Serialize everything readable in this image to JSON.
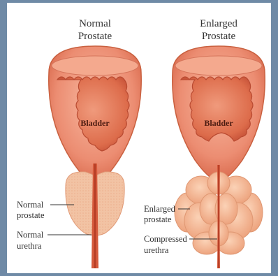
{
  "left_panel": {
    "title_line1": "Normal",
    "title_line2": "Prostate",
    "organ_label": "Bladder",
    "callout_prostate_line1": "Normal",
    "callout_prostate_line2": "prostate",
    "callout_urethra_line1": "Normal",
    "callout_urethra_line2": "urethra"
  },
  "right_panel": {
    "title_line1": "Enlarged",
    "title_line2": "Prostate",
    "organ_label": "Bladder",
    "callout_prostate_line1": "Enlarged",
    "callout_prostate_line2": "prostate",
    "callout_urethra_line1": "Compressed",
    "callout_urethra_line2": "urethra"
  },
  "colors": {
    "background": "#6f8aa6",
    "bladder_outer": "#e98a6f",
    "bladder_inner": "#d4603f",
    "prostate_normal": "#f0b28e",
    "prostate_enlarged": "#f3b592",
    "urethra": "#c8452b"
  }
}
